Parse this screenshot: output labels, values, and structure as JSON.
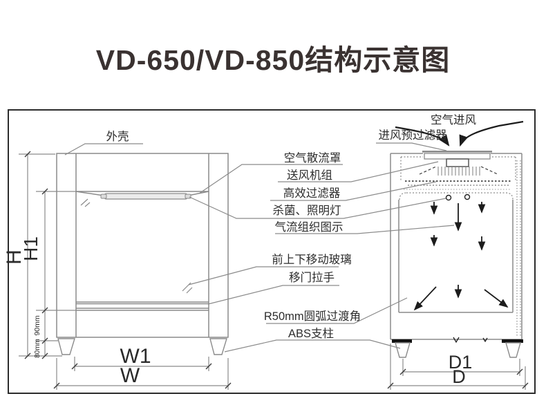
{
  "title": "VD-650/VD-850结构示意图",
  "labels": {
    "shell": "外壳",
    "air_inlet": "空气进风",
    "pre_filter": "进风预过滤器",
    "diffuser": "空气散流罩",
    "fan_unit": "送风机组",
    "hepa_filter": "高效过滤器",
    "uv_lamp": "杀菌、照明灯",
    "airflow_diagram": "气流组织图示",
    "moving_glass": "前上下移动玻璃",
    "door_handle": "移门拉手",
    "r50_corner": "R50mm圆弧过渡角",
    "abs_leg": "ABS支柱"
  },
  "dimensions": {
    "height": "H",
    "height_inner": "H1",
    "width_inner": "W1",
    "width": "W",
    "depth_inner": "D1",
    "depth": "D",
    "base_height": "90mm",
    "foot_height": "80mm"
  },
  "colors": {
    "line": "#8a8a8a",
    "dark": "#1c1c1c",
    "text": "#2d2d2d",
    "title": "#3a3231",
    "background": "#ffffff"
  }
}
